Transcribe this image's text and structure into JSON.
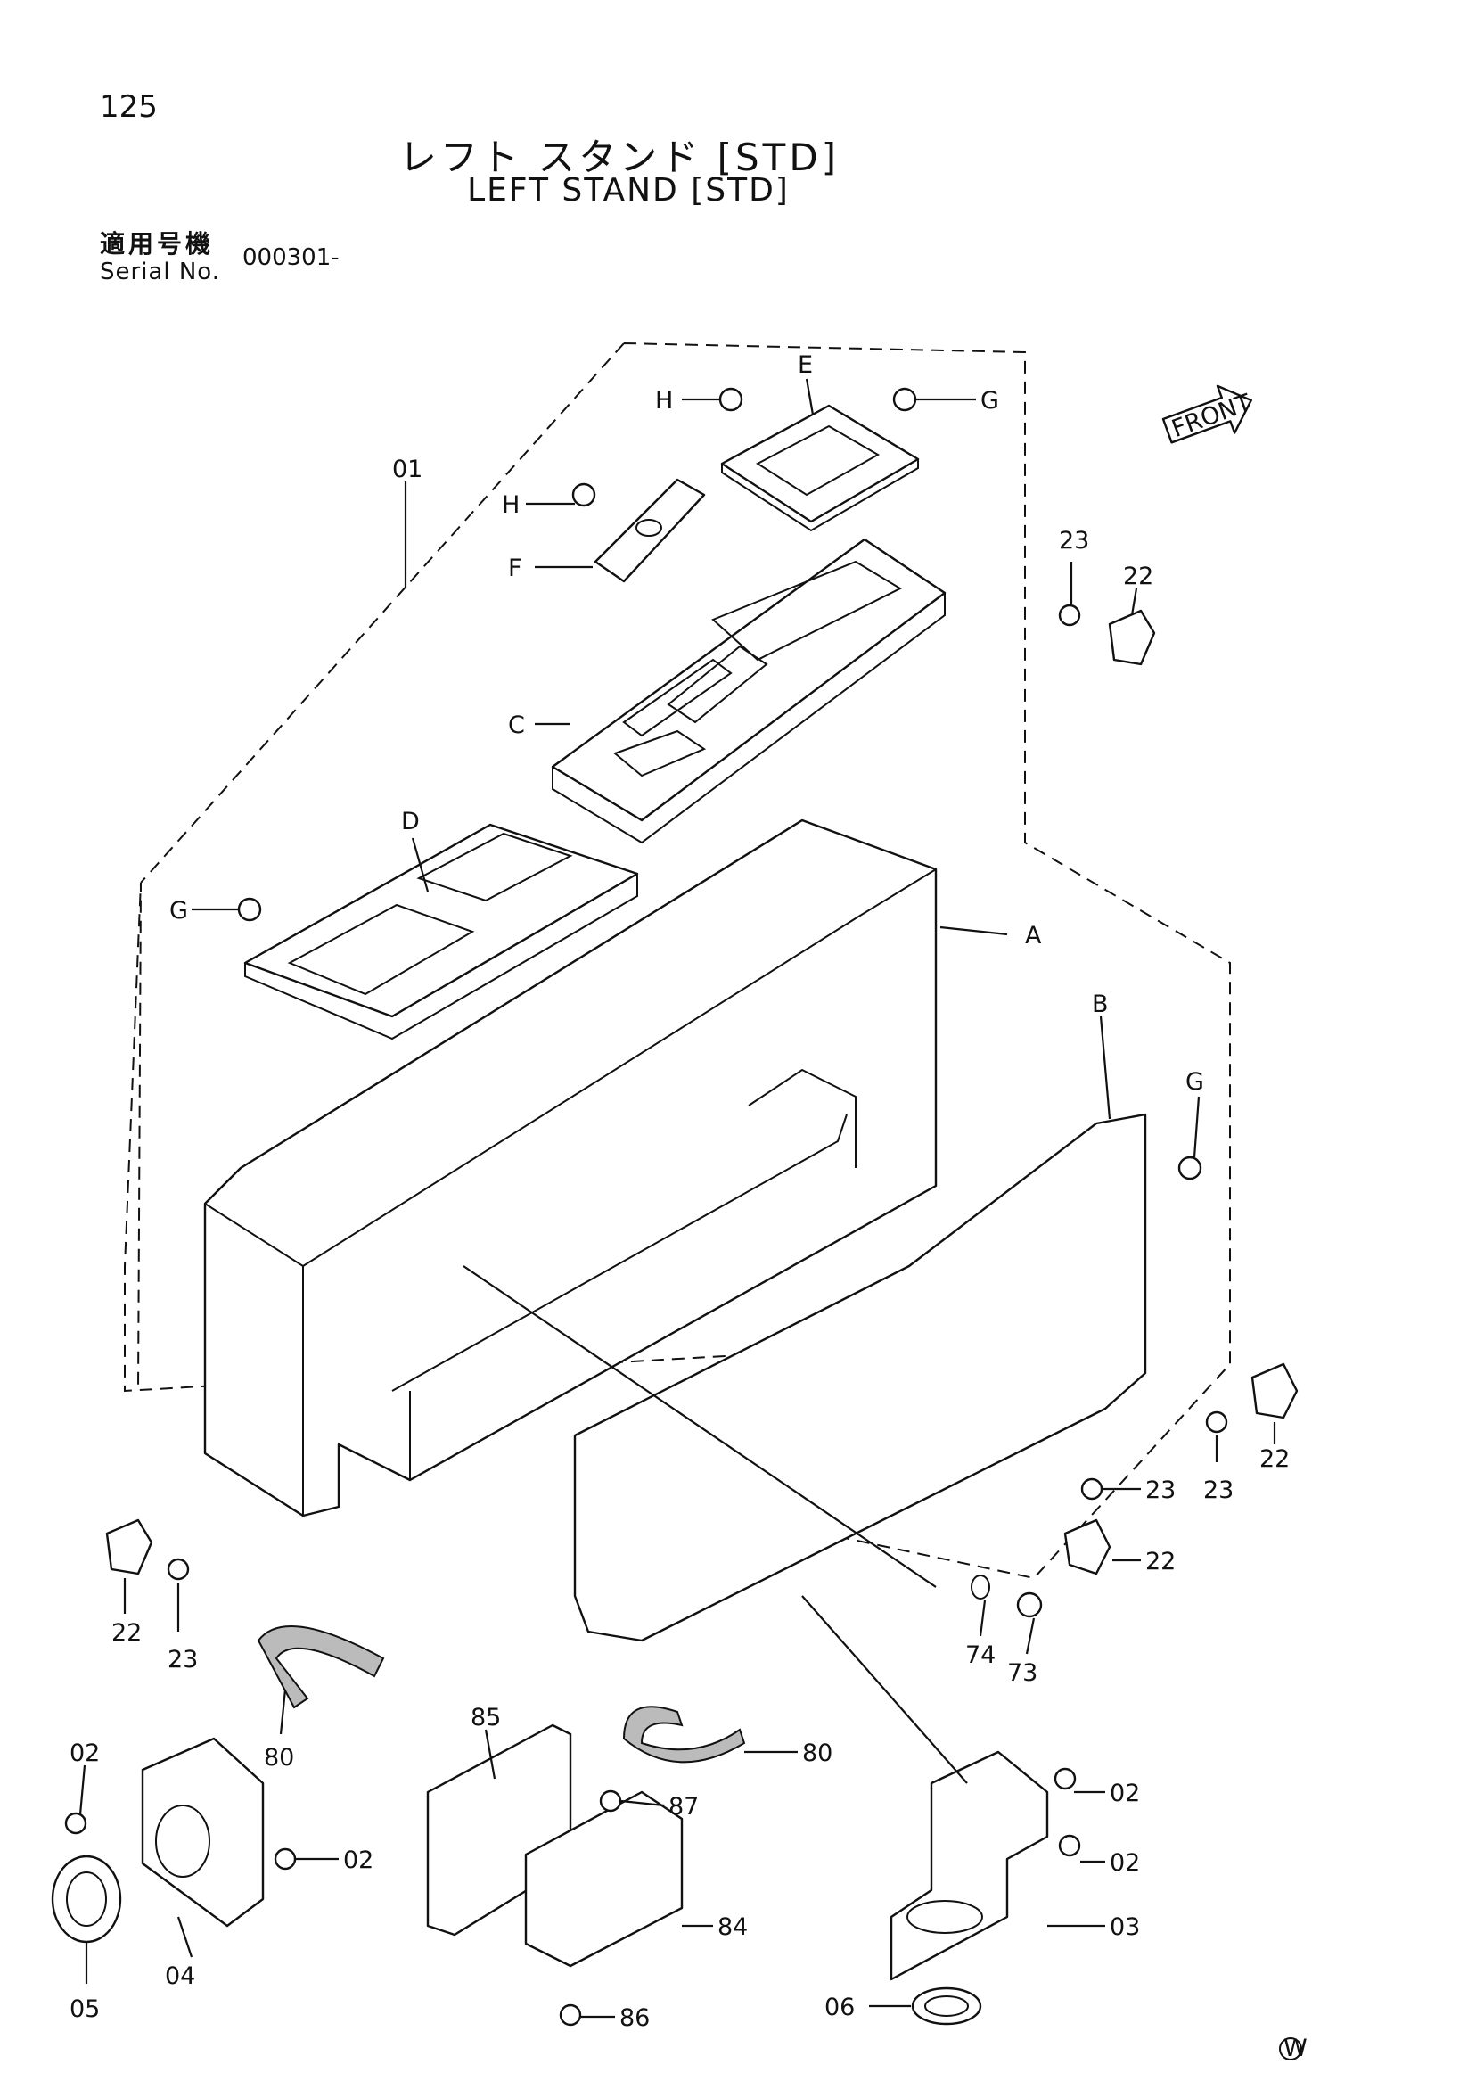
{
  "page_number": "125",
  "title_jp": "レフト スタンド [STD]",
  "title_en": "LEFT STAND [STD]",
  "serial": {
    "label_jp": "適用号機",
    "label_en": "Serial No.",
    "value": "000301-"
  },
  "front_label": "FRONT",
  "watermark": "W",
  "callouts": {
    "c01": "01",
    "cA": "A",
    "cB": "B",
    "cC": "C",
    "cD": "D",
    "cE": "E",
    "cF": "F",
    "cG1": "G",
    "cG2": "G",
    "cG3": "G",
    "cH1": "H",
    "cH2": "H",
    "c22a": "22",
    "c23a": "23",
    "c22b": "22",
    "c23b": "23",
    "c22c": "22",
    "c23c": "23",
    "c22d": "22",
    "c23d": "23",
    "c02a": "02",
    "c02b": "02",
    "c02c": "02",
    "c02d": "02",
    "c03": "03",
    "c04": "04",
    "c05": "05",
    "c06": "06",
    "c73": "73",
    "c74": "74",
    "c80a": "80",
    "c80b": "80",
    "c84": "84",
    "c85": "85",
    "c86": "86",
    "c87": "87"
  }
}
